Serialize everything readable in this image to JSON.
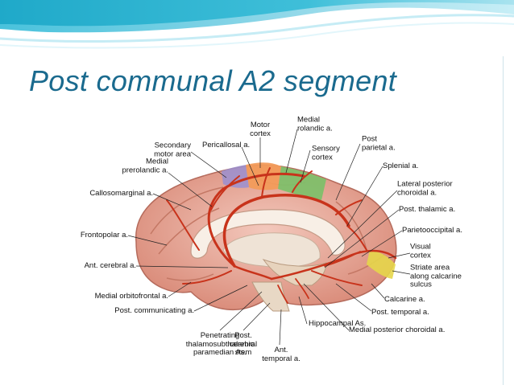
{
  "slide": {
    "title": "Post communal A2 segment",
    "colors": {
      "title": "#1a6a8e",
      "banner_teal": "#2fb3d0",
      "artery": "#c8331b",
      "brain_tissue": "#e6a89a",
      "motor_cortex": "#f29b5a",
      "sensory_cortex": "#7fbf6a",
      "visual_cortex": "#e6d64a",
      "supplementary_motor": "#9a8fd0"
    }
  },
  "figure": {
    "labels": {
      "motor_cortex": "Motor\ncortex",
      "medial_rolandic": "Medial\nrolandic a.",
      "secondary_motor": "Secondary\nmotor area",
      "pericallosal": "Pericallosal a.",
      "sensory_cortex": "Sensory\ncortex",
      "post_parietal": "Post\nparietal a.",
      "medial_prerolandic": "Medial\nprerolandic a.",
      "splenial": "Splenial a.",
      "callosomarginal": "Callosomarginal a.",
      "lateral_posterior_choroidal": "Lateral posterior\nchoroidal a.",
      "post_thalamic": "Post. thalamic a.",
      "frontopolar": "Frontopolar a.",
      "parietooccipital": "Parietooccipital a.",
      "visual_cortex": "Visual\ncortex",
      "ant_cerebral": "Ant. cerebral a.",
      "striate_area": "Striate area\nalong calcarine\nsulcus",
      "medial_orbitofrontal": "Medial orbitofrontal a.",
      "calcarine": "Calcarine a.",
      "post_communicating": "Post. communicating a.",
      "post_temporal": "Post. temporal a.",
      "medial_posterior_choroidal": "Medial posterior choroidal a.",
      "penetrating": "Penetrating\nthalamosubthalamic\nparamedian As.",
      "post_cerebral_stem": "Post.\ncerebral\nstem",
      "ant_temporal": "Ant.\ntemporal a.",
      "hippocampal": "Hippocampal As."
    }
  }
}
